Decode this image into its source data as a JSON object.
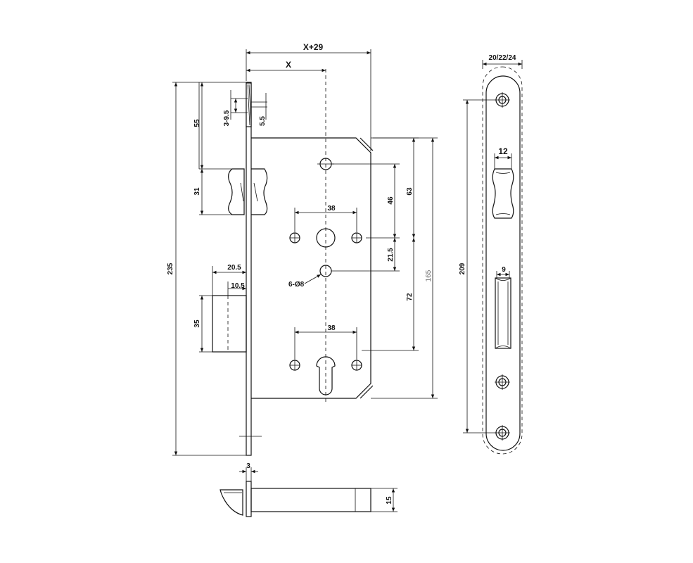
{
  "labels": {
    "x_plus_29": "X+29",
    "x": "X",
    "d235": "235",
    "d55": "55",
    "d31": "31",
    "d3_9_5": "3-9.5",
    "d5_5": "5.5",
    "d20_5": "20.5",
    "d10_5": "10.5",
    "d35": "35",
    "d38_top": "38",
    "d38_bottom": "38",
    "d46": "46",
    "d63": "63",
    "d21_5": "21.5",
    "d72": "72",
    "d165": "165",
    "holes": "6-Ø8",
    "d20_22_24": "20/22/24",
    "d12": "12",
    "d9": "9",
    "d209": "209",
    "d3": "3",
    "d15": "15"
  }
}
